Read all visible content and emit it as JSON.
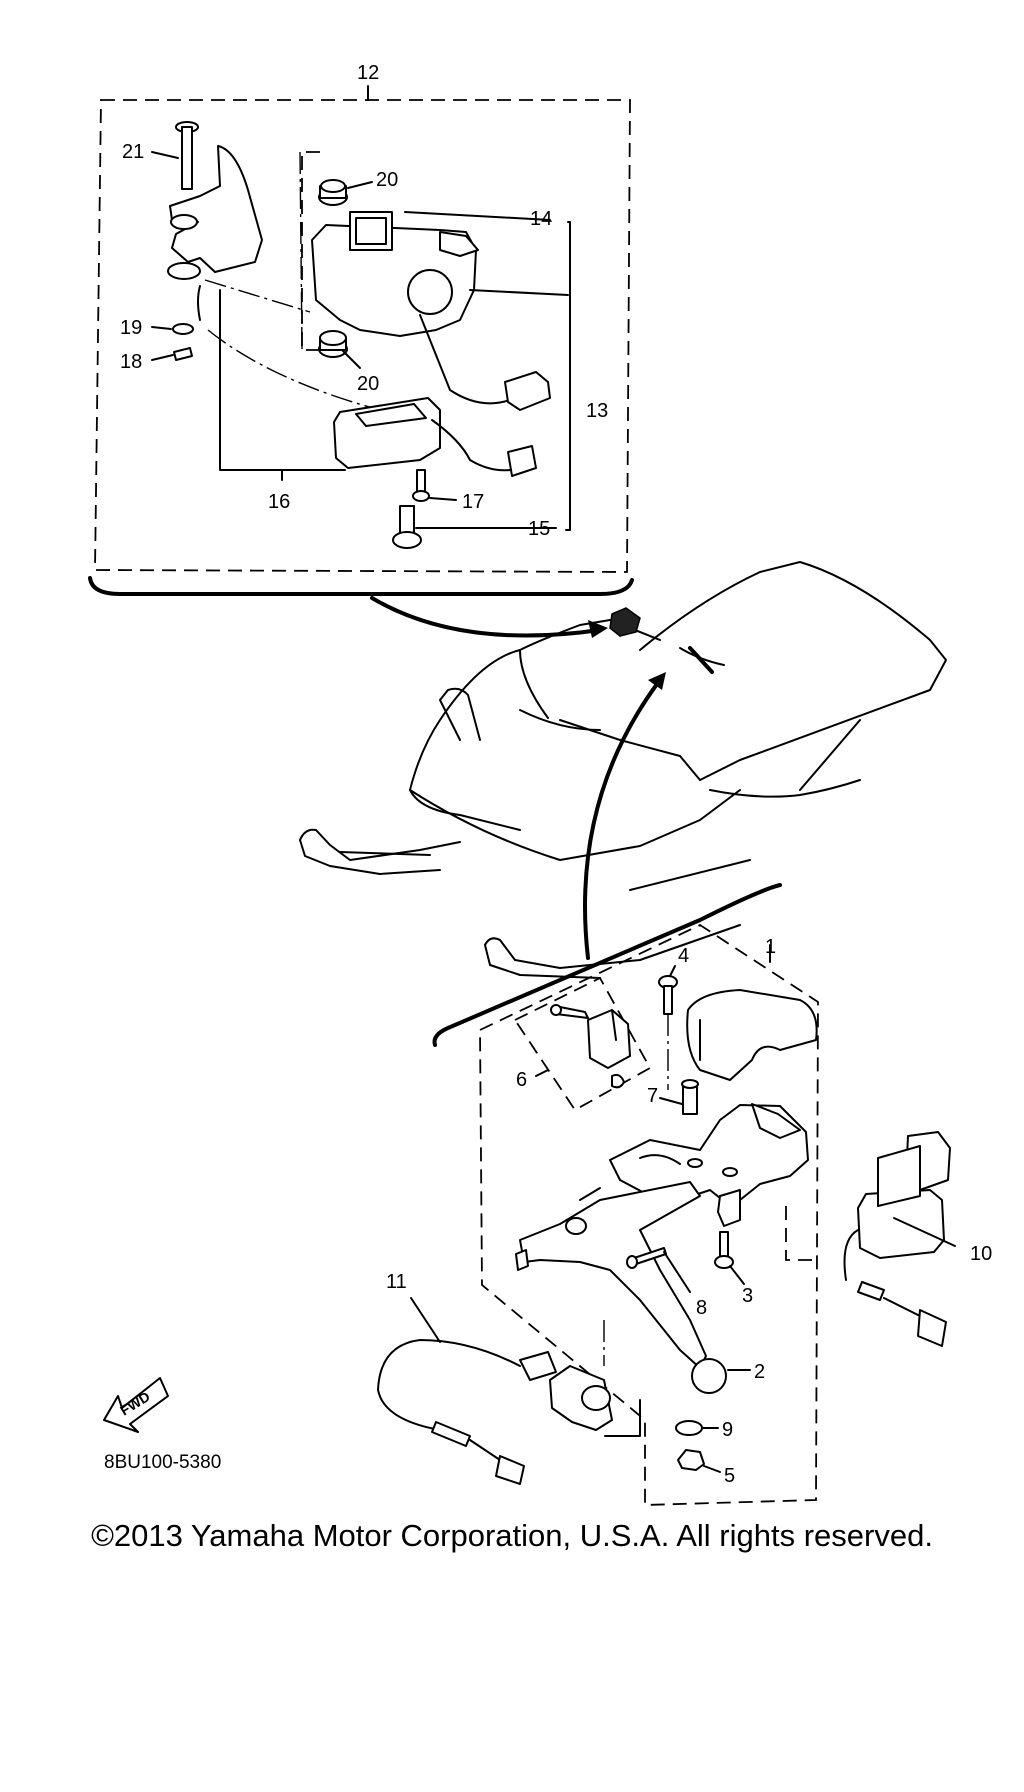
{
  "diagram": {
    "callouts": {
      "c1": "1",
      "c2": "2",
      "c3": "3",
      "c4": "4",
      "c5": "5",
      "c6": "6",
      "c7": "7",
      "c8": "8",
      "c9": "9",
      "c10": "10",
      "c11": "11",
      "c12": "12",
      "c13": "13",
      "c14": "14",
      "c15": "15",
      "c16": "16",
      "c17": "17",
      "c18": "18",
      "c19": "19",
      "c20a": "20",
      "c20b": "20",
      "c21": "21"
    },
    "fwd_badge": "FWD",
    "diagram_code": "8BU100-5380"
  },
  "footer": {
    "copyright": "©2013 Yamaha Motor Corporation, U.S.A. All rights reserved."
  }
}
